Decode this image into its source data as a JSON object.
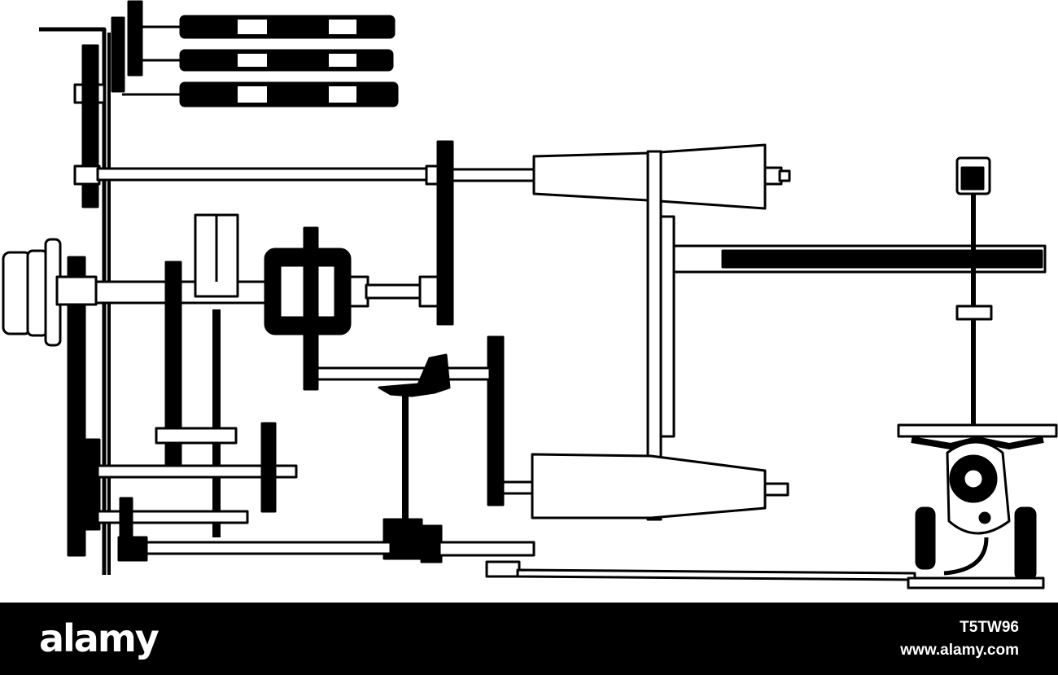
{
  "watermark_bar": {
    "logo": "alamy",
    "image_id": "T5TW96",
    "site": "www.alamy.com"
  },
  "colors": {
    "ink": "#000000",
    "paper": "#ffffff",
    "bar": "#000000"
  }
}
